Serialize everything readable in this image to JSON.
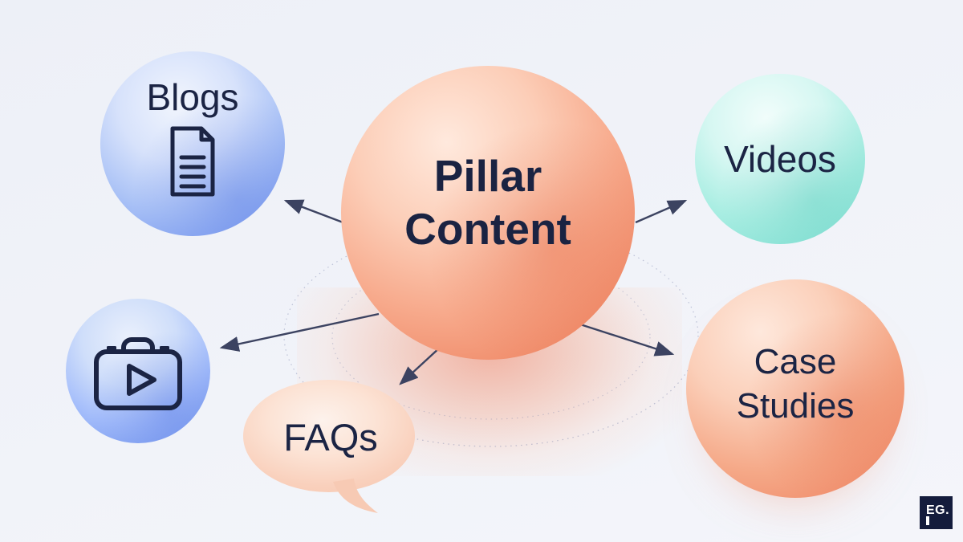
{
  "center_node": {
    "line1": "Pillar",
    "line2": "Content"
  },
  "nodes": {
    "blogs": {
      "label": "Blogs",
      "icon": "document-icon"
    },
    "videos": {
      "label": "Videos"
    },
    "media": {
      "icon": "briefcase-play-icon"
    },
    "faqs": {
      "label": "FAQs",
      "shape": "speech-bubble"
    },
    "case_studies": {
      "line1": "Case",
      "line2": "Studies"
    }
  },
  "logo": {
    "text": "EG."
  },
  "colors": {
    "background": "#eff1f8",
    "center_sphere_coral": "#f0896a",
    "blue_sphere": "#7e9ef1",
    "teal_sphere": "#8ae3d7",
    "coral_sphere": "#ef8766",
    "peach_bubble": "#f8cdb8",
    "text_navy": "#1b2444",
    "arrow": "#3c4361",
    "logo_bg": "#141c3c"
  }
}
